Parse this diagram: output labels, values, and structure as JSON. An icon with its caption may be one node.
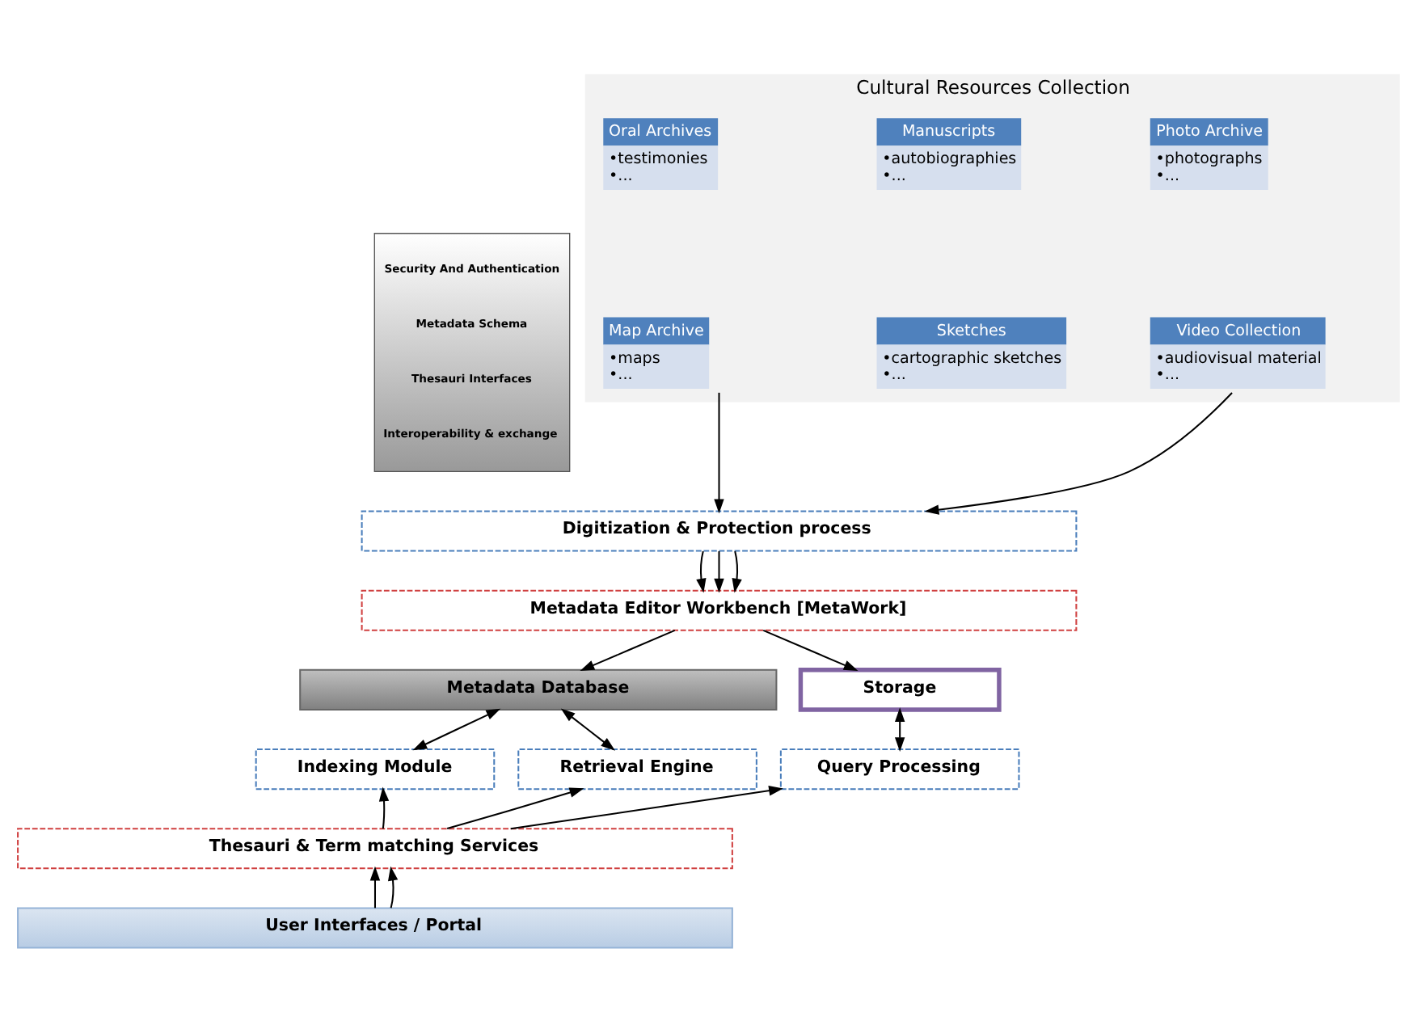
{
  "diagram": {
    "nodes": [
      {
        "text": [
          "Security And Authentication",
          "Metadata Schema",
          "Thesauri Interfaces",
          "Interoperability & exchange"
        ]
      },
      {
        "text": [
          "Cultural Resources Collection"
        ]
      },
      {
        "text": [
          "Oral Archives",
          "•testimonies",
          "•..."
        ],
        "in": 1
      },
      {
        "text": [
          "Manuscripts",
          "•autobiographies",
          "•..."
        ],
        "in": 1
      },
      {
        "text": [
          "Photo Archive",
          "•photographs",
          "•..."
        ],
        "in": 1
      },
      {
        "text": [
          "Map Archive",
          "•maps",
          "•..."
        ],
        "in": 1
      },
      {
        "text": [
          "Sketches",
          "•cartographic sketches",
          "•..."
        ],
        "in": 1
      },
      {
        "text": [
          "Video Collection",
          "•audiovisual material",
          "•..."
        ],
        "in": 1
      },
      {
        "text": [
          "Digitization & Protection process"
        ]
      },
      {
        "text": [
          "Metadata Editor Workbench [MetaWork]"
        ]
      },
      {
        "text": [
          "Metadata Database"
        ]
      },
      {
        "text": [
          "Storage"
        ]
      },
      {
        "text": [
          "Indexing Module"
        ]
      },
      {
        "text": [
          "Retrieval Engine"
        ]
      },
      {
        "text": [
          "Query Processing"
        ]
      },
      {
        "text": [
          "Thesauri & Term matching Services"
        ]
      },
      {
        "text": [
          "User Interfaces / Portal"
        ]
      }
    ],
    "edges": [
      {
        "from": 5,
        "to": 8,
        "arrow": "to"
      },
      {
        "from": 7,
        "to": 8,
        "arrow": "to"
      },
      {
        "from": 8,
        "to": 9,
        "arrow": "to"
      },
      {
        "from": 8,
        "to": 9,
        "arrow": "to"
      },
      {
        "from": 8,
        "to": 9,
        "arrow": "to"
      },
      {
        "from": 9,
        "to": 10,
        "arrow": "to"
      },
      {
        "from": 9,
        "to": 11,
        "arrow": "to"
      },
      {
        "from": 10,
        "to": 12,
        "arrow": "both"
      },
      {
        "from": 10,
        "to": 13,
        "arrow": "both"
      },
      {
        "from": 11,
        "to": 14,
        "arrow": "both"
      },
      {
        "from": 15,
        "to": 12,
        "arrow": "to"
      },
      {
        "from": 15,
        "to": 13,
        "arrow": "to"
      },
      {
        "from": 15,
        "to": 14,
        "arrow": "to"
      },
      {
        "from": 16,
        "to": 15,
        "arrow": "to"
      },
      {
        "from": 16,
        "to": 15,
        "arrow": "to"
      }
    ]
  }
}
